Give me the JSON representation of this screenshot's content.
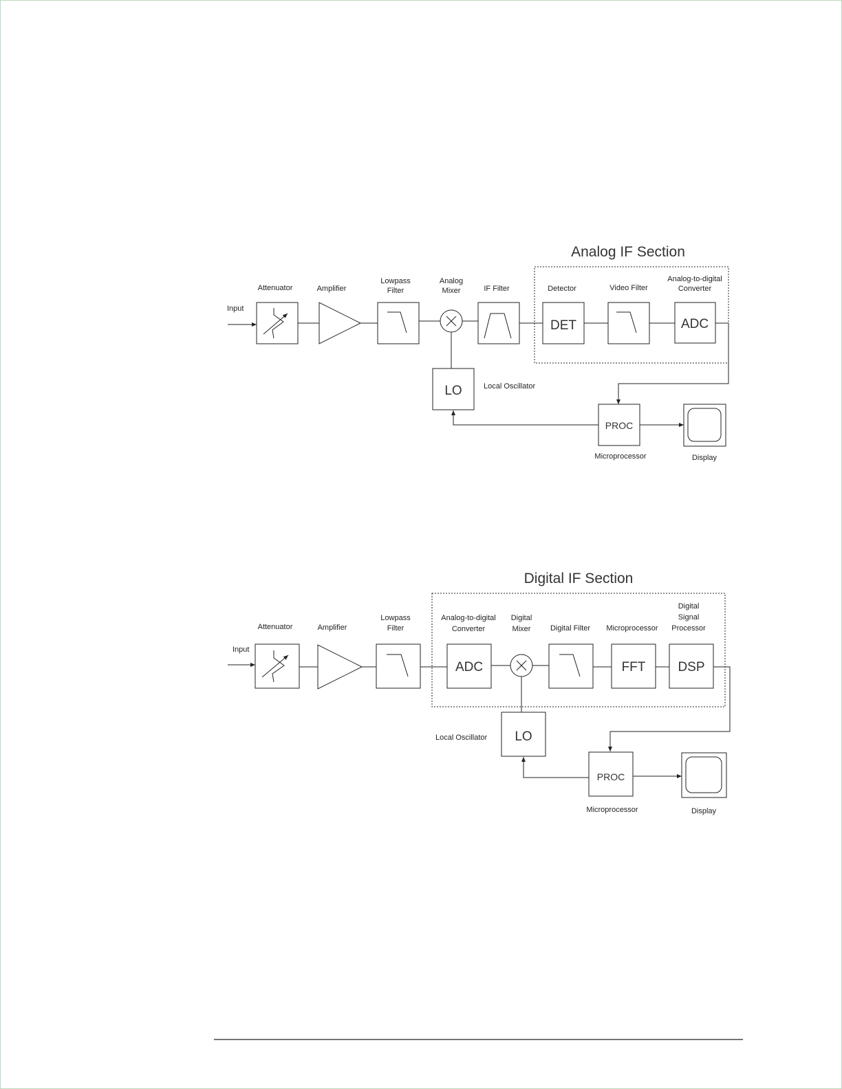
{
  "analog_diagram": {
    "title": "Analog IF Section",
    "labels": {
      "input": "Input",
      "attenuator": "Attenuator",
      "amplifier": "Amplifier",
      "lowpass_line1": "Lowpass",
      "lowpass_line2": "Filter",
      "mixer_line1": "Analog",
      "mixer_line2": "Mixer",
      "if_filter": "IF Filter",
      "detector": "Detector",
      "video_filter": "Video Filter",
      "adc_line1": "Analog-to-digital",
      "adc_line2": "Converter",
      "local_oscillator": "Local Oscillator",
      "microprocessor": "Microprocessor",
      "display": "Display"
    },
    "blocks": {
      "det": "DET",
      "adc": "ADC",
      "lo": "LO",
      "proc": "PROC"
    }
  },
  "digital_diagram": {
    "title": "Digital IF Section",
    "labels": {
      "input": "Input",
      "attenuator": "Attenuator",
      "amplifier": "Amplifier",
      "lowpass_line1": "Lowpass",
      "lowpass_line2": "Filter",
      "adc_line1": "Analog-to-digital",
      "adc_line2": "Converter",
      "mixer_line1": "Digital",
      "mixer_line2": "Mixer",
      "digital_filter": "Digital Filter",
      "microprocessor_top": "Microprocessor",
      "dsp_line1": "Digital",
      "dsp_line2": "Signal",
      "dsp_line3": "Processor",
      "local_oscillator": "Local Oscillator",
      "microprocessor": "Microprocessor",
      "display": "Display"
    },
    "blocks": {
      "adc": "ADC",
      "fft": "FFT",
      "dsp": "DSP",
      "lo": "LO",
      "proc": "PROC"
    }
  }
}
